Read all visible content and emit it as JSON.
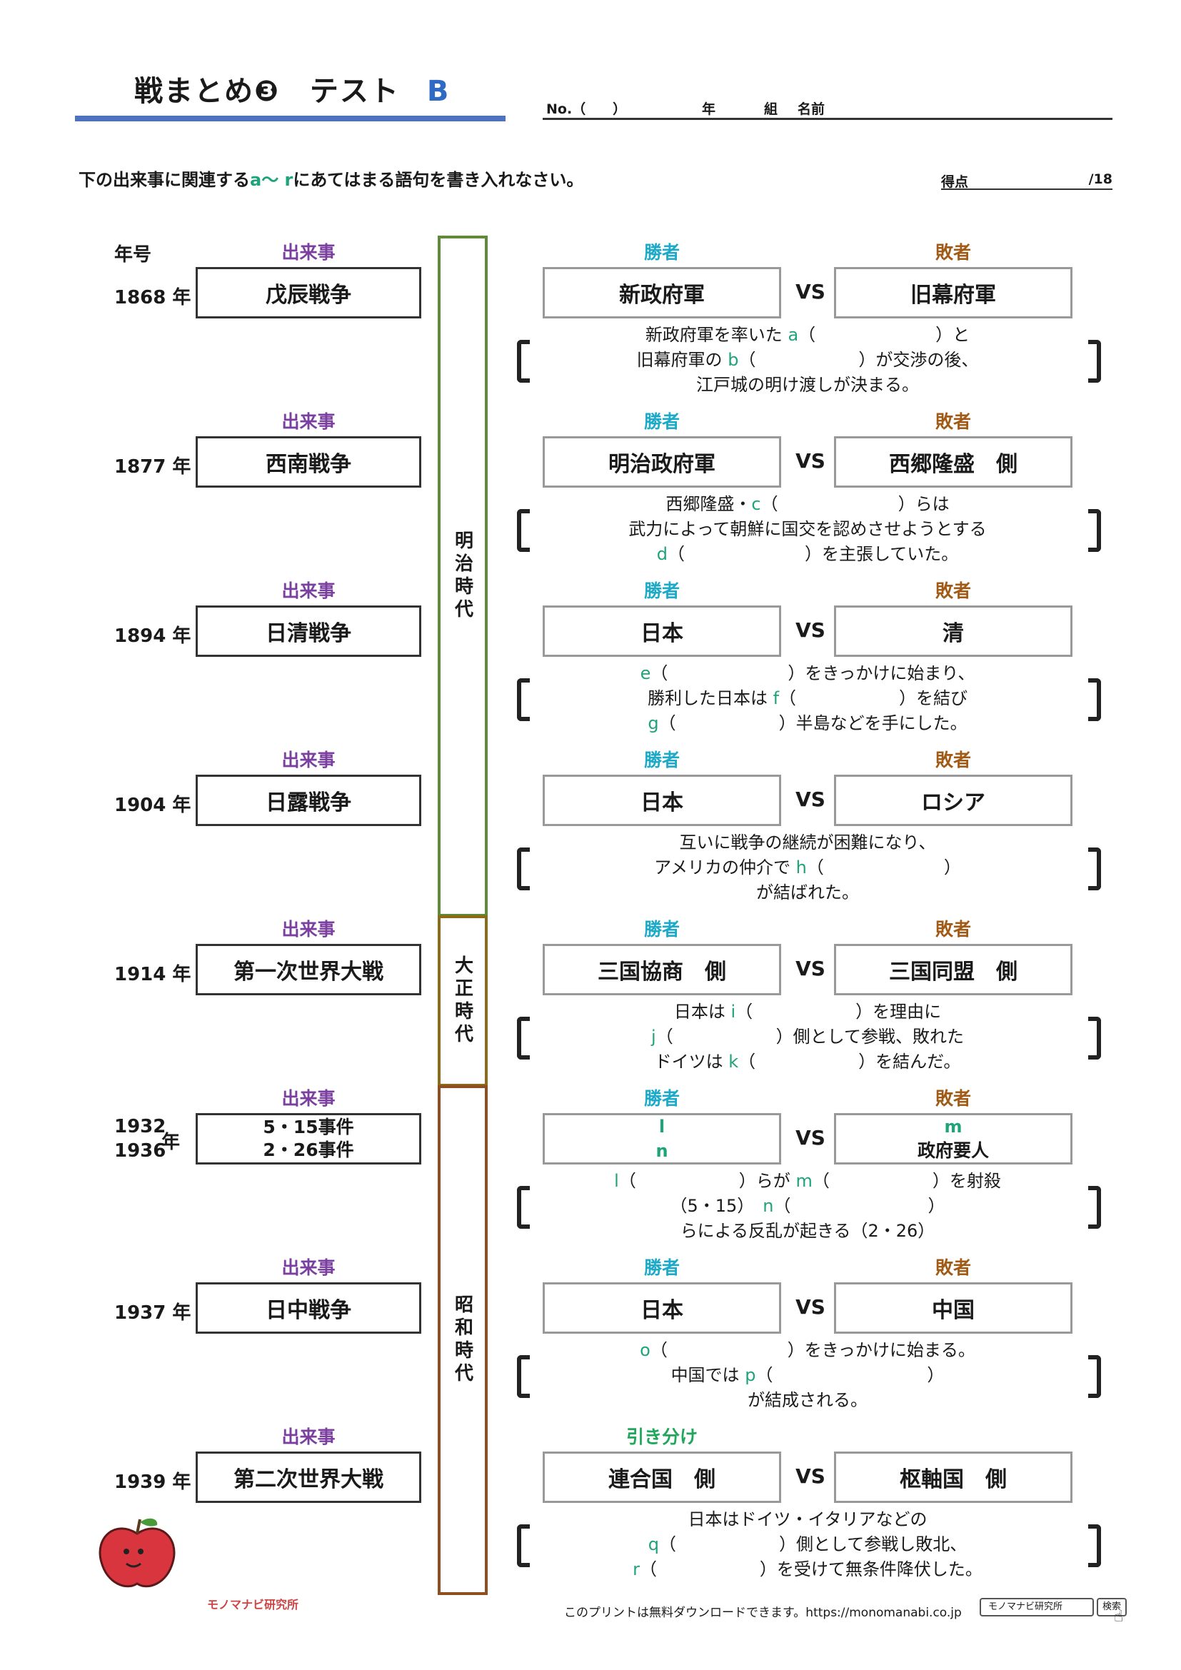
{
  "header": {
    "title": "戦まとめ❸　テスト",
    "variant": "B",
    "no_label": "No.（　　）",
    "year_label": "年",
    "class_label": "組",
    "name_label": "名前"
  },
  "instruction": {
    "pre": "下の出来事に関連する",
    "range": "a〜 r",
    "post": "にあてはまる語句を書き入れなさい。"
  },
  "score": {
    "label": "得点",
    "total": "/18"
  },
  "columns": {
    "year": "年号",
    "event": "出来事",
    "winner": "勝者",
    "loser": "敗者",
    "draw": "引き分け",
    "vs": "VS",
    "nen": "年"
  },
  "eras": {
    "meiji": "明治時代",
    "taisho": "大正時代",
    "showa": "昭和時代"
  },
  "events": [
    {
      "year": "1868 年",
      "name": "戊辰戦争",
      "winner": "新政府軍",
      "loser": "旧幕府軍",
      "desc": [
        [
          [
            "新政府軍を率いた ",
            ""
          ],
          [
            "a",
            "g"
          ],
          [
            "（　　　　　　　）と",
            ""
          ]
        ],
        [
          [
            "旧幕府軍の ",
            ""
          ],
          [
            "b",
            "g"
          ],
          [
            "（　　　　　　）が交渉の後、",
            ""
          ]
        ],
        [
          [
            "江戸城の明け渡しが決まる。",
            ""
          ]
        ]
      ]
    },
    {
      "year": "1877 年",
      "name": "西南戦争",
      "winner": "明治政府軍",
      "loser": "西郷隆盛　側",
      "desc": [
        [
          [
            "西郷隆盛・",
            ""
          ],
          [
            "c",
            "g"
          ],
          [
            "（　　　　　　　）らは",
            ""
          ]
        ],
        [
          [
            "武力によって朝鮮に国交を認めさせようとする",
            ""
          ]
        ],
        [
          [
            "d",
            "g"
          ],
          [
            "（　　　　　　　）を主張していた。",
            ""
          ]
        ]
      ]
    },
    {
      "year": "1894 年",
      "name": "日清戦争",
      "winner": "日本",
      "loser": "清",
      "desc": [
        [
          [
            "e",
            "g"
          ],
          [
            "（　　　　　　　）をきっかけに始まり、",
            ""
          ]
        ],
        [
          [
            "勝利した日本は ",
            ""
          ],
          [
            "f",
            "g"
          ],
          [
            "（　　　　　　）を結び",
            ""
          ]
        ],
        [
          [
            "g",
            "g"
          ],
          [
            "（　　　　　　）半島などを手にした。",
            ""
          ]
        ]
      ]
    },
    {
      "year": "1904 年",
      "name": "日露戦争",
      "winner": "日本",
      "loser": "ロシア",
      "desc": [
        [
          [
            "互いに戦争の継続が困難になり、",
            ""
          ]
        ],
        [
          [
            "アメリカの仲介で ",
            ""
          ],
          [
            "h",
            "g"
          ],
          [
            "（　　　　　　　）",
            ""
          ]
        ],
        [
          [
            "が結ばれた。",
            ""
          ]
        ]
      ]
    },
    {
      "year": "1914 年",
      "name": "第一次世界大戦",
      "winner": "三国協商　側",
      "loser": "三国同盟　側",
      "desc": [
        [
          [
            "日本は ",
            ""
          ],
          [
            "i",
            "g"
          ],
          [
            "（　　　　　　）を理由に",
            ""
          ]
        ],
        [
          [
            "j",
            "g"
          ],
          [
            "（　　　　　　）側として参戦、敗れた",
            ""
          ]
        ],
        [
          [
            "ドイツは ",
            ""
          ],
          [
            "k",
            "g"
          ],
          [
            "（　　　　　　）を結んだ。",
            ""
          ]
        ]
      ]
    },
    {
      "year_a": "1932",
      "year_b": "1936",
      "name_a": "5・15事件",
      "name_b": "2・26事件",
      "winner_a": "l",
      "winner_b": "n",
      "loser_a": "m",
      "loser_b": "政府要人",
      "desc": [
        [
          [
            "l",
            "g"
          ],
          [
            "（　　　　　　）らが ",
            ""
          ],
          [
            "m",
            "g"
          ],
          [
            "（　　　　　　）を射殺",
            ""
          ]
        ],
        [
          [
            "（5・15）　",
            ""
          ],
          [
            "n",
            "g"
          ],
          [
            "（　　　　　　　　）",
            ""
          ]
        ],
        [
          [
            "らによる反乱が起きる（2・26）",
            ""
          ]
        ]
      ]
    },
    {
      "year": "1937 年",
      "name": "日中戦争",
      "winner": "日本",
      "loser": "中国",
      "desc": [
        [
          [
            "o",
            "g"
          ],
          [
            "（　　　　　　　）をきっかけに始まる。",
            ""
          ]
        ],
        [
          [
            "中国では ",
            ""
          ],
          [
            "p",
            "g"
          ],
          [
            "（　　　　　　　　　）",
            ""
          ]
        ],
        [
          [
            "が結成される。",
            ""
          ]
        ]
      ]
    },
    {
      "year": "1939 年",
      "name": "第二次世界大戦",
      "winner": "連合国　側",
      "loser": "枢軸国　側",
      "desc": [
        [
          [
            "日本はドイツ・イタリアなどの",
            ""
          ]
        ],
        [
          [
            "q",
            "g"
          ],
          [
            "（　　　　　　）側として参戦し敗北、",
            ""
          ]
        ],
        [
          [
            "r",
            "g"
          ],
          [
            "（　　　　　　）を受けて無条件降伏した。",
            ""
          ]
        ]
      ]
    }
  ],
  "footer": {
    "text": "このプリントは無料ダウンロードできます。https://monomanabi.co.jp",
    "search_text": "モノマナビ研究所",
    "search_button": "検索",
    "brand": "モノマナビ研究所"
  },
  "colors": {
    "event_head": "#7b3fa0",
    "winner_head": "#1da9c8",
    "loser_head": "#a15b16",
    "draw_head": "#21a75b",
    "answer_letter": "#1fa37b",
    "title_accent": "#2f6bc4"
  }
}
